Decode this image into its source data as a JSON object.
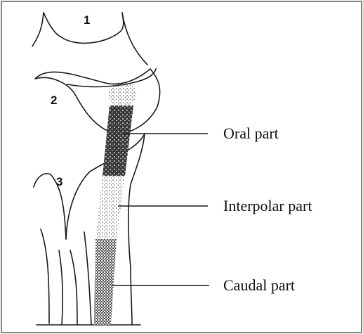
{
  "region_numbers": [
    "1",
    "2",
    "3"
  ],
  "labels": {
    "oral": "Oral part",
    "interpolar": "Interpolar part",
    "caudal": "Caudal part"
  },
  "colors": {
    "ink": "#1a1a1a",
    "background": "#ffffff"
  }
}
